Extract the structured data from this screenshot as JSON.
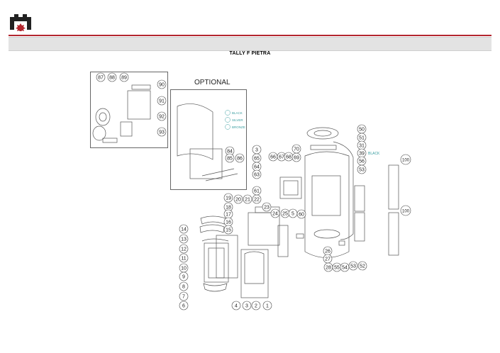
{
  "header": {
    "logo_icon": "fireplace-heart-logo",
    "accent_color": "#b3262e",
    "bar_color": "#e3e3e3"
  },
  "page": {
    "title": "TALLY F PIETRA",
    "optional_label": "OPTIONAL"
  },
  "colour_notes": [
    "BLACK",
    "SILVER",
    "BRONZE"
  ],
  "side_panel_note": "BLACK",
  "part_numbers": {
    "optional_kit": [
      "87",
      "88",
      "89",
      "90",
      "91",
      "92",
      "93"
    ],
    "optional_panel": [
      "84",
      "85",
      "86"
    ],
    "door_group": [
      "14",
      "13",
      "12",
      "11",
      "10",
      "9",
      "8",
      "7",
      "6"
    ],
    "frame_group": [
      "19",
      "20",
      "21",
      "22",
      "18",
      "17",
      "16",
      "15",
      "23",
      "24",
      "25",
      "5",
      "60",
      "4",
      "3",
      "2",
      "1"
    ],
    "body_group": [
      "3",
      "65",
      "66",
      "67",
      "68",
      "69",
      "70",
      "64",
      "63",
      "61",
      "26",
      "27",
      "28",
      "55",
      "54",
      "53",
      "52"
    ],
    "top_group": [
      "50",
      "51",
      "31",
      "39",
      "56",
      "53"
    ],
    "side_panels": [
      "100",
      "100"
    ]
  }
}
